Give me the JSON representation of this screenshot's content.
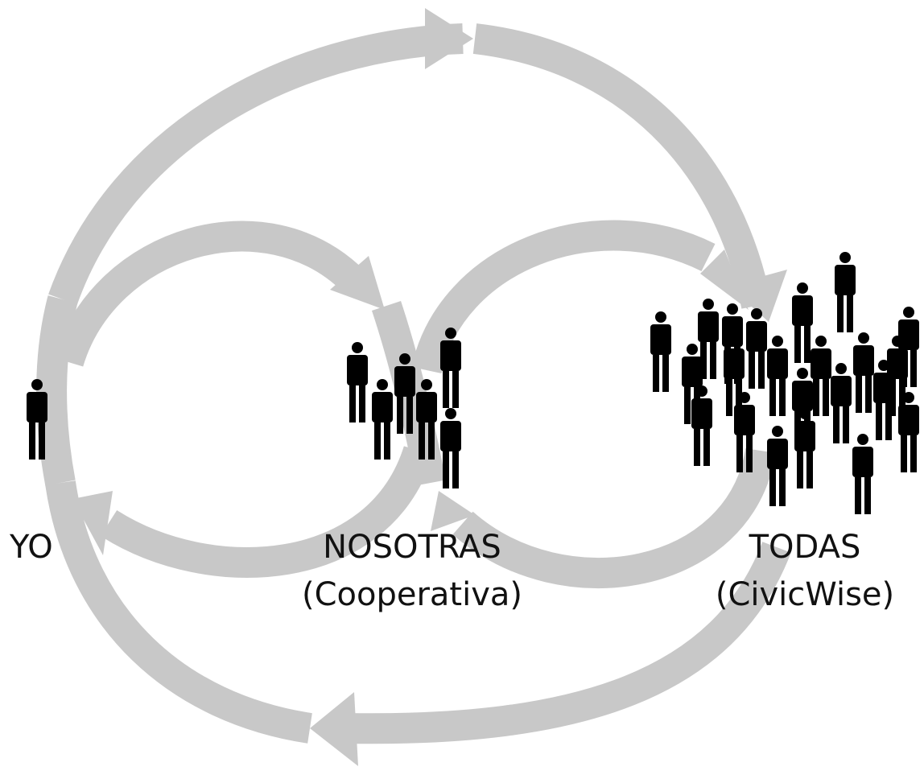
{
  "colors": {
    "arrow": "#c8c8c8",
    "person": "#000000",
    "text": "#111111",
    "background": "#ffffff"
  },
  "icon": "person-icon",
  "nodes": {
    "yo": {
      "title": "YO",
      "subtitle": ""
    },
    "nosotras": {
      "title": "NOSOTRAS",
      "subtitle": "(Cooperativa)"
    },
    "todas": {
      "title": "TODAS",
      "subtitle": "(CivicWise)"
    }
  },
  "people_counts": {
    "yo": 1,
    "nosotras": 6,
    "todas": 22
  }
}
